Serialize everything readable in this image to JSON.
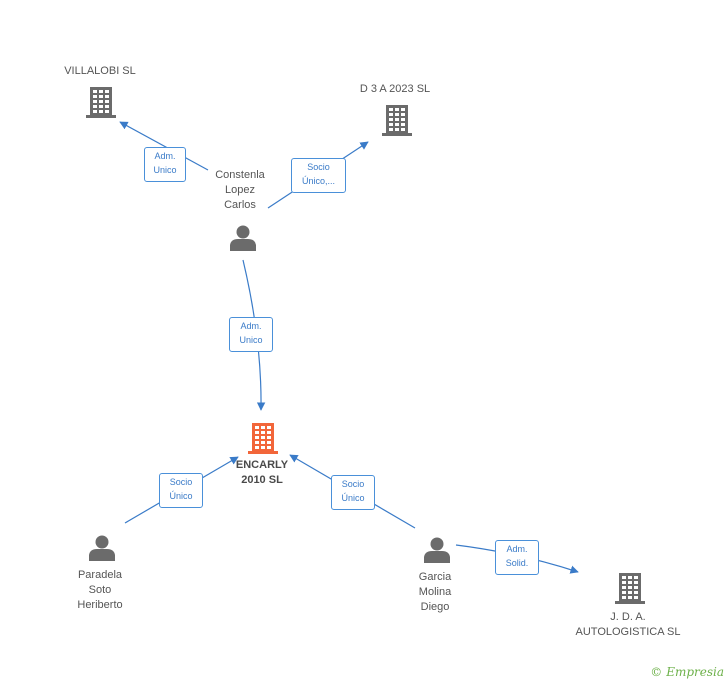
{
  "colors": {
    "edge": "#3a7bc8",
    "company_icon": "#6b6b6b",
    "focus_icon": "#f2663a",
    "person_icon": "#6b6b6b"
  },
  "nodes": {
    "villalobi": {
      "type": "company",
      "icon": "building-icon",
      "lines": [
        "VILLALOBI SL"
      ]
    },
    "d3a2023": {
      "type": "company",
      "icon": "building-icon",
      "lines": [
        "D 3 A 2023 SL"
      ]
    },
    "constenla": {
      "type": "person",
      "icon": "person-icon",
      "lines": [
        "Constenla",
        "Lopez",
        "Carlos"
      ]
    },
    "encarly": {
      "type": "focus-company",
      "icon": "building-icon",
      "lines": [
        "ENCARLY",
        "2010 SL"
      ]
    },
    "paradela": {
      "type": "person",
      "icon": "person-icon",
      "lines": [
        "Paradela",
        "Soto",
        "Heriberto"
      ]
    },
    "garcia": {
      "type": "person",
      "icon": "person-icon",
      "lines": [
        "Garcia",
        "Molina",
        "Diego"
      ]
    },
    "jda": {
      "type": "company",
      "icon": "building-icon",
      "lines": [
        "J. D. A.",
        "AUTOLOGISTICA SL"
      ]
    }
  },
  "edges": [
    {
      "from": "constenla",
      "to": "villalobi",
      "label": [
        "Adm.",
        "Unico"
      ]
    },
    {
      "from": "constenla",
      "to": "d3a2023",
      "label": [
        "Socio",
        "Único,..."
      ]
    },
    {
      "from": "constenla",
      "to": "encarly",
      "label": [
        "Adm.",
        "Unico"
      ]
    },
    {
      "from": "paradela",
      "to": "encarly",
      "label": [
        "Socio",
        "Único"
      ]
    },
    {
      "from": "garcia",
      "to": "encarly",
      "label": [
        "Socio",
        "Único"
      ]
    },
    {
      "from": "garcia",
      "to": "jda",
      "label": [
        "Adm.",
        "Solid."
      ]
    }
  ],
  "footer": {
    "copyright_symbol": "©",
    "brand": "Empresia"
  }
}
